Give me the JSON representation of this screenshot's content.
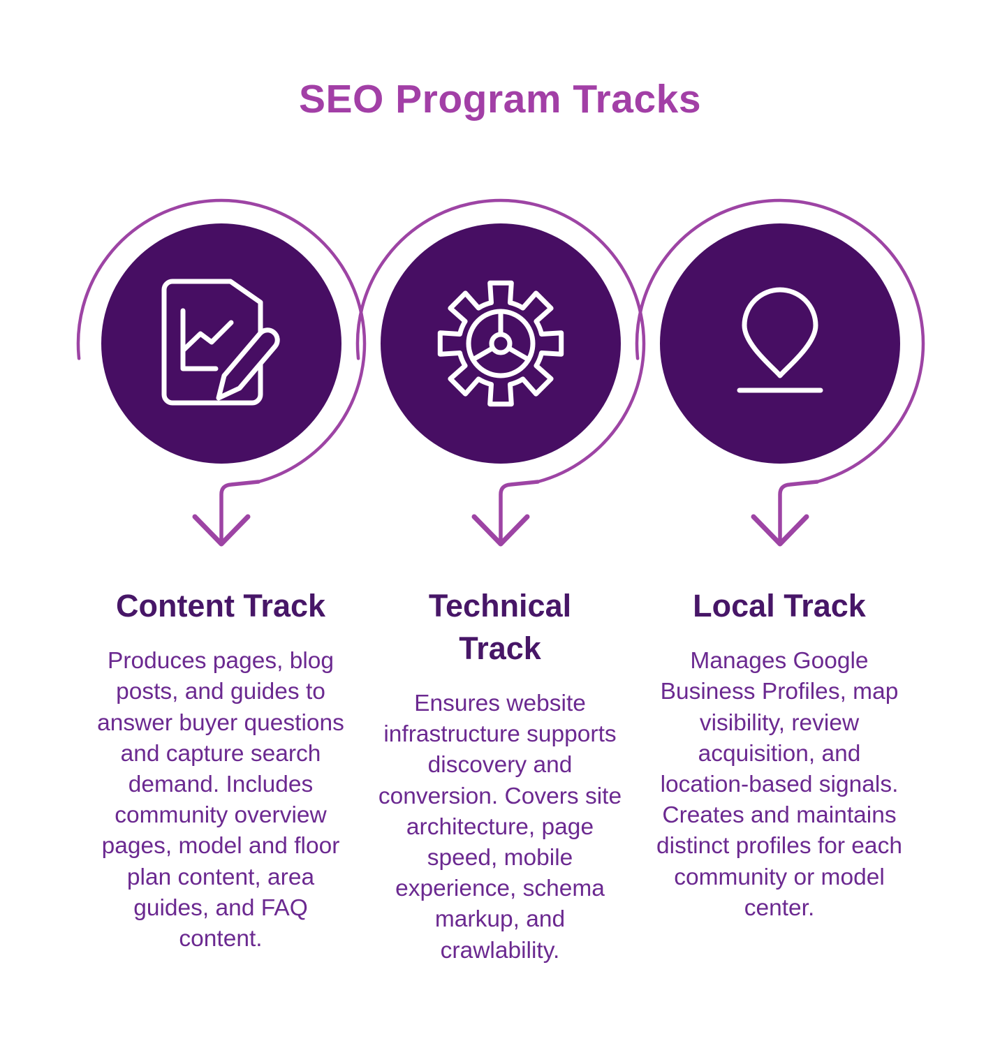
{
  "title": "SEO Program Tracks",
  "colors": {
    "accent": "#A23FA6",
    "ring_stroke": "#9D44A4",
    "circle_fill": "#470E63",
    "heading": "#471667",
    "body_text": "#6B2990",
    "icon_stroke": "#FFFFFF",
    "background": "#FFFFFF"
  },
  "tracks": [
    {
      "icon": "document-pencil-icon",
      "heading": "Content Track",
      "body": "Produces pages, blog posts, and guides to answer buyer questions and capture search demand. Includes community overview pages, model and floor plan content, area guides, and FAQ content."
    },
    {
      "icon": "gear-icon",
      "heading": "Technical\nTrack",
      "body": "Ensures website infrastructure supports discovery and conversion. Covers site architecture, page speed, mobile experience, schema markup, and crawlability."
    },
    {
      "icon": "location-pin-icon",
      "heading": "Local Track",
      "body": "Manages Google Business Profiles, map visibility, review acquisition, and location-based signals. Creates and maintains distinct profiles for each community or model center."
    }
  ]
}
